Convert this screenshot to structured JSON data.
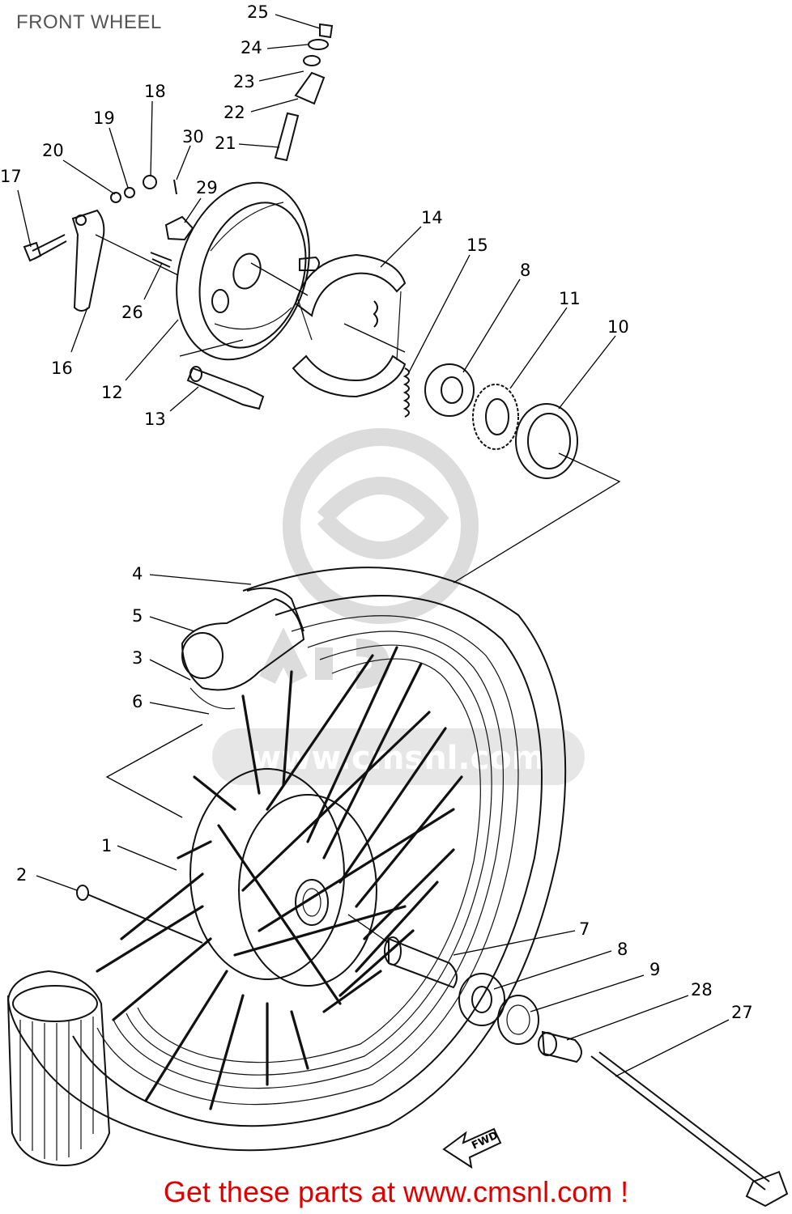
{
  "title": "FRONT WHEEL",
  "footer": "Get these parts at www.cmsnl.com !",
  "watermark_text": "www.cmsnl.com",
  "fwd_label": "FWD",
  "colors": {
    "footer": "#e00000",
    "title": "#555555",
    "ink": "#111111",
    "watermark": "#d9d9d9"
  },
  "callouts": [
    {
      "id": "25",
      "label": "25"
    },
    {
      "id": "24",
      "label": "24"
    },
    {
      "id": "23",
      "label": "23"
    },
    {
      "id": "22",
      "label": "22"
    },
    {
      "id": "21",
      "label": "21"
    },
    {
      "id": "30",
      "label": "30"
    },
    {
      "id": "18",
      "label": "18"
    },
    {
      "id": "19",
      "label": "19"
    },
    {
      "id": "20",
      "label": "20"
    },
    {
      "id": "17",
      "label": "17"
    },
    {
      "id": "29",
      "label": "29"
    },
    {
      "id": "14",
      "label": "14"
    },
    {
      "id": "15",
      "label": "15"
    },
    {
      "id": "8a",
      "label": "8"
    },
    {
      "id": "11",
      "label": "11"
    },
    {
      "id": "10",
      "label": "10"
    },
    {
      "id": "26",
      "label": "26"
    },
    {
      "id": "16",
      "label": "16"
    },
    {
      "id": "12",
      "label": "12"
    },
    {
      "id": "13",
      "label": "13"
    },
    {
      "id": "4",
      "label": "4"
    },
    {
      "id": "5",
      "label": "5"
    },
    {
      "id": "3",
      "label": "3"
    },
    {
      "id": "6",
      "label": "6"
    },
    {
      "id": "1",
      "label": "1"
    },
    {
      "id": "2",
      "label": "2"
    },
    {
      "id": "7",
      "label": "7"
    },
    {
      "id": "8b",
      "label": "8"
    },
    {
      "id": "9",
      "label": "9"
    },
    {
      "id": "28",
      "label": "28"
    },
    {
      "id": "27",
      "label": "27"
    }
  ]
}
